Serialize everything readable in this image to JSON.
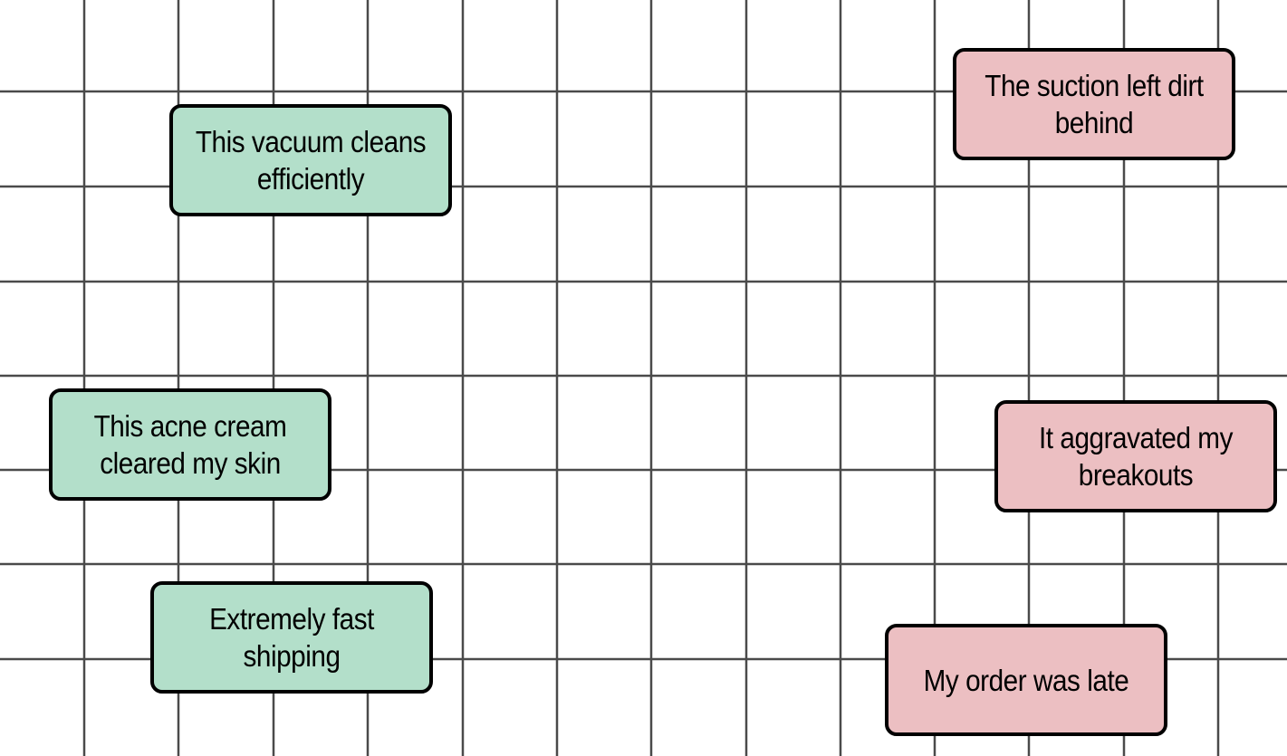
{
  "colors": {
    "grid_line": "#4a4a4a",
    "positive_fill": "#b3dfca",
    "negative_fill": "#ecbfc2",
    "card_border": "#000000"
  },
  "cards": {
    "positive": [
      {
        "text": "This vacuum cleans efficiently"
      },
      {
        "text": "This acne cream cleared my skin"
      },
      {
        "text": "Extremely fast shipping"
      }
    ],
    "negative": [
      {
        "text": "The suction left dirt behind"
      },
      {
        "text": "It aggravated my breakouts"
      },
      {
        "text": "My order was late"
      }
    ]
  }
}
